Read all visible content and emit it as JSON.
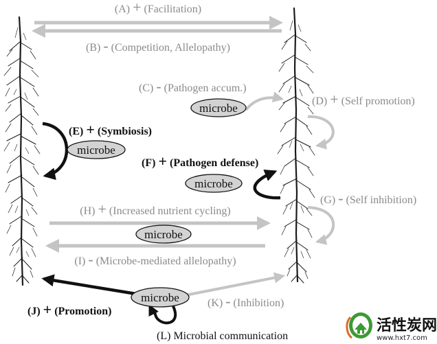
{
  "labels": {
    "a": {
      "letter": "(A)",
      "sign": "+",
      "text": "(Facilitation)"
    },
    "b": {
      "letter": "(B)",
      "sign": "-",
      "text": "(Competition, Allelopathy)"
    },
    "c": {
      "letter": "(C)",
      "sign": "-",
      "text": "(Pathogen accum.)"
    },
    "d": {
      "letter": "(D)",
      "sign": "+",
      "text": "(Self promotion)"
    },
    "e": {
      "letter": "(E)",
      "sign": "+",
      "text": "(Symbiosis)"
    },
    "f": {
      "letter": "(F)",
      "sign": "+",
      "text": "(Pathogen defense)"
    },
    "g": {
      "letter": "(G)",
      "sign": "-",
      "text": "(Self inhibition)"
    },
    "h": {
      "letter": "(H)",
      "sign": "+",
      "text": "(Increased nutrient cycling)"
    },
    "i": {
      "letter": "(I)",
      "sign": "-",
      "text": "(Microbe-mediated allelopathy)"
    },
    "j": {
      "letter": "(J)",
      "sign": "+",
      "text": "(Promotion)"
    },
    "k": {
      "letter": "(K)",
      "sign": "-",
      "text": "(Inhibition)"
    },
    "l": {
      "letter": "(L)",
      "text": "Microbial communication"
    }
  },
  "microbe_label": "microbe",
  "watermark": {
    "title": "活性炭网",
    "url": "www.hxt7.com"
  },
  "colors": {
    "gray_arrow": "#c4c4c4",
    "gray_text": "#8a8a8a",
    "black": "#111111",
    "microbe_fill": "#d3d3d3",
    "watermark_green": "#3c9a35"
  }
}
